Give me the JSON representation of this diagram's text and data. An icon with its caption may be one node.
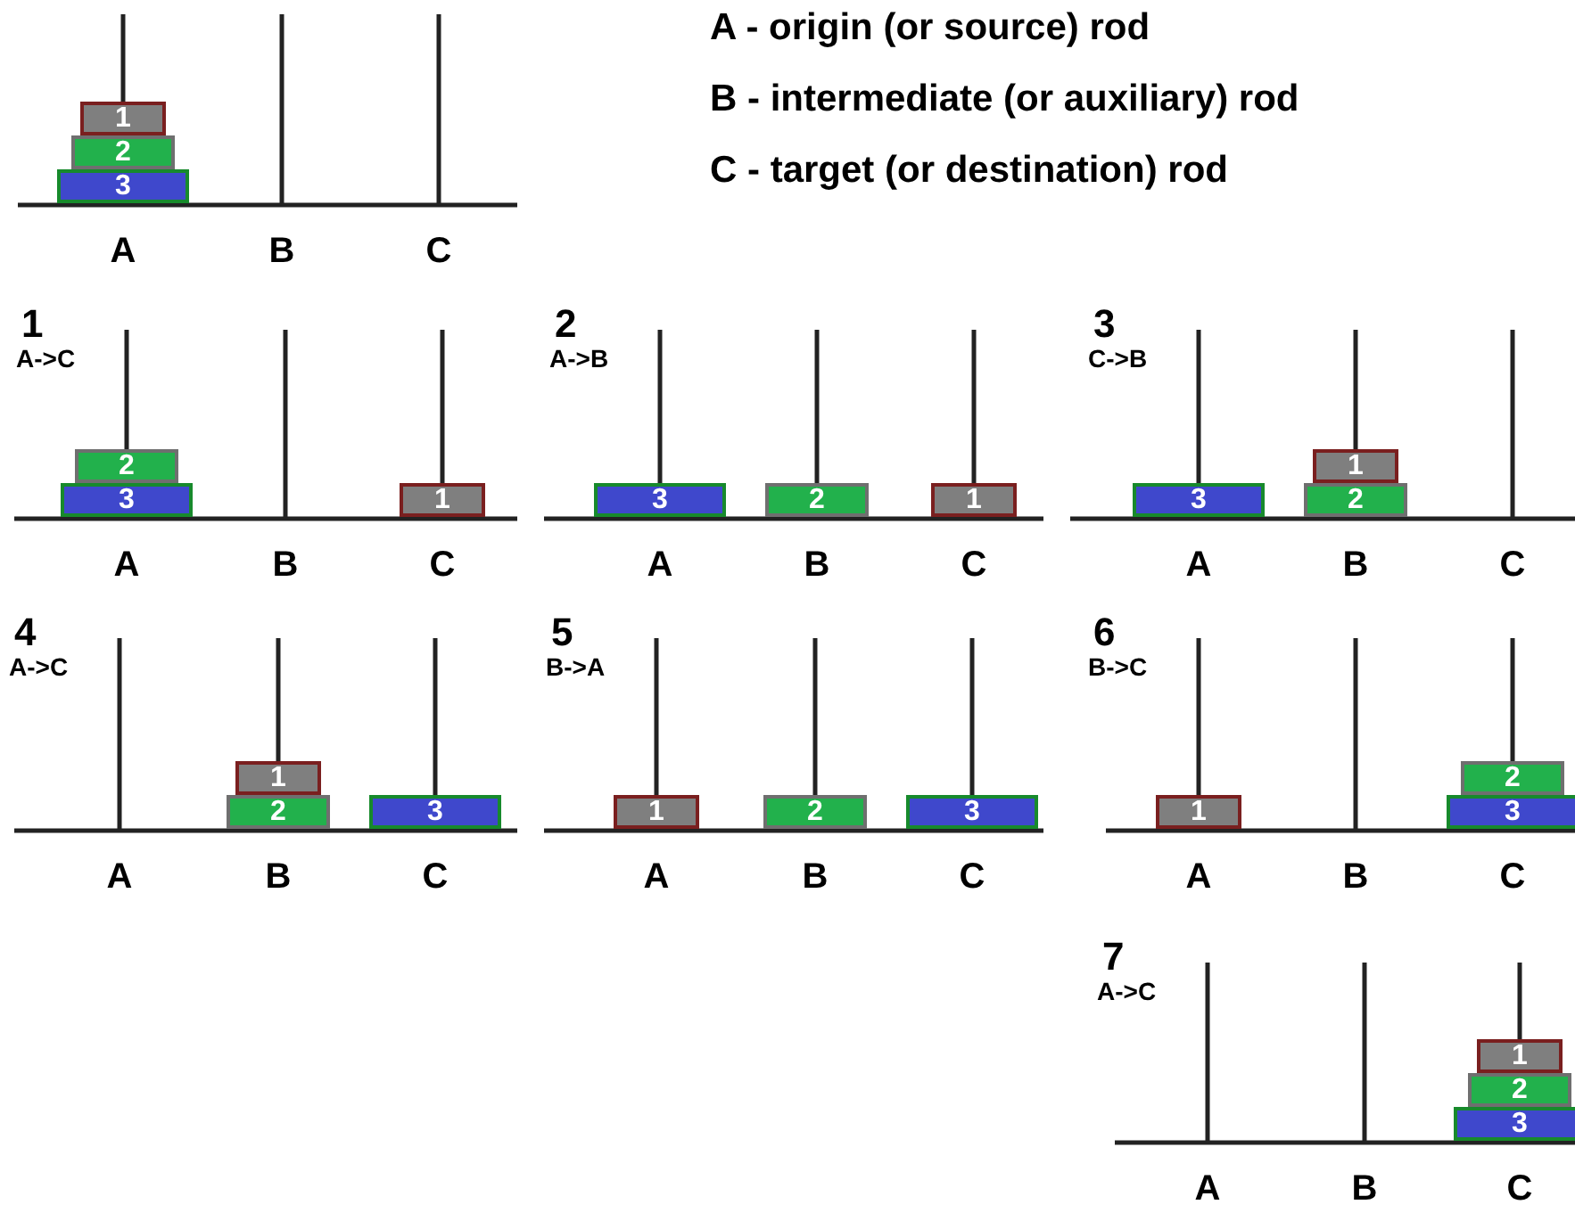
{
  "diagram": {
    "nodes": [
      {
        "text": [
          "1"
        ]
      },
      {
        "text": [
          "2"
        ]
      },
      {
        "text": [
          "3"
        ]
      },
      {
        "text": [
          "2"
        ]
      },
      {
        "text": [
          "3"
        ]
      },
      {
        "text": [
          "1"
        ]
      },
      {
        "text": [
          "3"
        ]
      },
      {
        "text": [
          "2"
        ]
      },
      {
        "text": [
          "1"
        ]
      },
      {
        "text": [
          "3"
        ]
      },
      {
        "text": [
          "1"
        ]
      },
      {
        "text": [
          "2"
        ]
      },
      {
        "text": [
          "1"
        ]
      },
      {
        "text": [
          "2"
        ]
      },
      {
        "text": [
          "3"
        ]
      },
      {
        "text": [
          "1"
        ]
      },
      {
        "text": [
          "2"
        ]
      },
      {
        "text": [
          "3"
        ]
      },
      {
        "text": [
          "1"
        ]
      },
      {
        "text": [
          "2"
        ]
      },
      {
        "text": [
          "3"
        ]
      },
      {
        "text": [
          "1"
        ]
      },
      {
        "text": [
          "2"
        ]
      },
      {
        "text": [
          "3"
        ]
      }
    ],
    "labels": [
      "A - origin (or source) rod",
      "B - intermediate (or auxiliary) rod",
      "C - target (or destination) rod",
      "A",
      "B",
      "C",
      "1",
      "A->C",
      "2",
      "A->B",
      "3",
      "C->B",
      "A",
      "B",
      "C",
      "A",
      "B",
      "C",
      "A",
      "B",
      "C",
      "4",
      "A->C",
      "5",
      "B->A",
      "6",
      "B->C",
      "A",
      "B",
      "C",
      "A",
      "B",
      "C",
      "A",
      "B",
      "C",
      "7",
      "A->C",
      "A",
      "B",
      "C"
    ]
  }
}
